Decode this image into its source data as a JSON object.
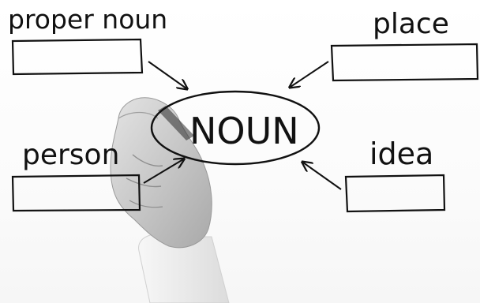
{
  "diagram": {
    "center_label": "NOUN",
    "nodes": [
      {
        "id": "proper-noun",
        "label": "proper noun"
      },
      {
        "id": "place",
        "label": "place"
      },
      {
        "id": "person",
        "label": "person"
      },
      {
        "id": "idea",
        "label": "idea"
      }
    ],
    "colors": {
      "ink": "#111111",
      "skin": "#cfcfcf",
      "sleeve": "#efefef"
    }
  }
}
